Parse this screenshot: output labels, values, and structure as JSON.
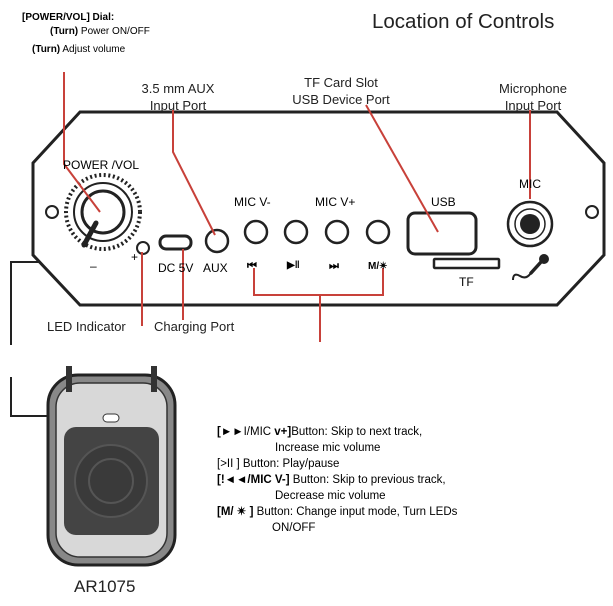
{
  "title": "Location of Controls",
  "dial_note": {
    "heading": "[POWER/VOL] Dial:",
    "line1_bold": "(Turn)",
    "line1_text": " Power ON/OFF",
    "line2_bold": "(Turn)",
    "line2_text": " Adjust volume"
  },
  "callouts": {
    "aux_port": [
      "3.5 mm AUX",
      "Input Port"
    ],
    "tf_usb": [
      "TF Card Slot",
      "USB Device Port"
    ],
    "microphone": [
      "Microphone",
      "Input Port"
    ],
    "led_indicator": "LED Indicator",
    "charging_port": "Charging Port"
  },
  "panel": {
    "power_vol": "POWER /VOL",
    "minus": "–",
    "plus": "+",
    "dc5v": "DC 5V",
    "aux": "AUX",
    "mic_vminus": "MIC V-",
    "mic_vplus": "MIC V+",
    "usb": "USB",
    "mic": "MIC",
    "tf": "TF",
    "btn_prev": "⏮",
    "btn_play": "▶‖",
    "btn_next": "⏭",
    "btn_mode": "M/✴"
  },
  "model": "AR1075",
  "descriptions": [
    {
      "bold": "[►►",
      "text": "I/MIC ",
      "bold2": "v+]",
      "rest": "Button: Skip to next track,",
      "cont": "Increase mic volume"
    },
    {
      "bold": "",
      "text": "[>II ] Button: Play/pause",
      "bold2": "",
      "rest": "",
      "cont": ""
    },
    {
      "bold": "[!◄◄/MIC V-]",
      "text": " Button: Skip to previous track,",
      "bold2": "",
      "rest": "",
      "cont": "Decrease mic volume"
    },
    {
      "bold": "[M/ ✴ ]",
      "text": " Button: Change input mode, Turn LEDs",
      "bold2": "",
      "rest": "",
      "cont": "ON/OFF"
    }
  ],
  "colors": {
    "callout_line": "#c8413a",
    "outline": "#222222"
  }
}
